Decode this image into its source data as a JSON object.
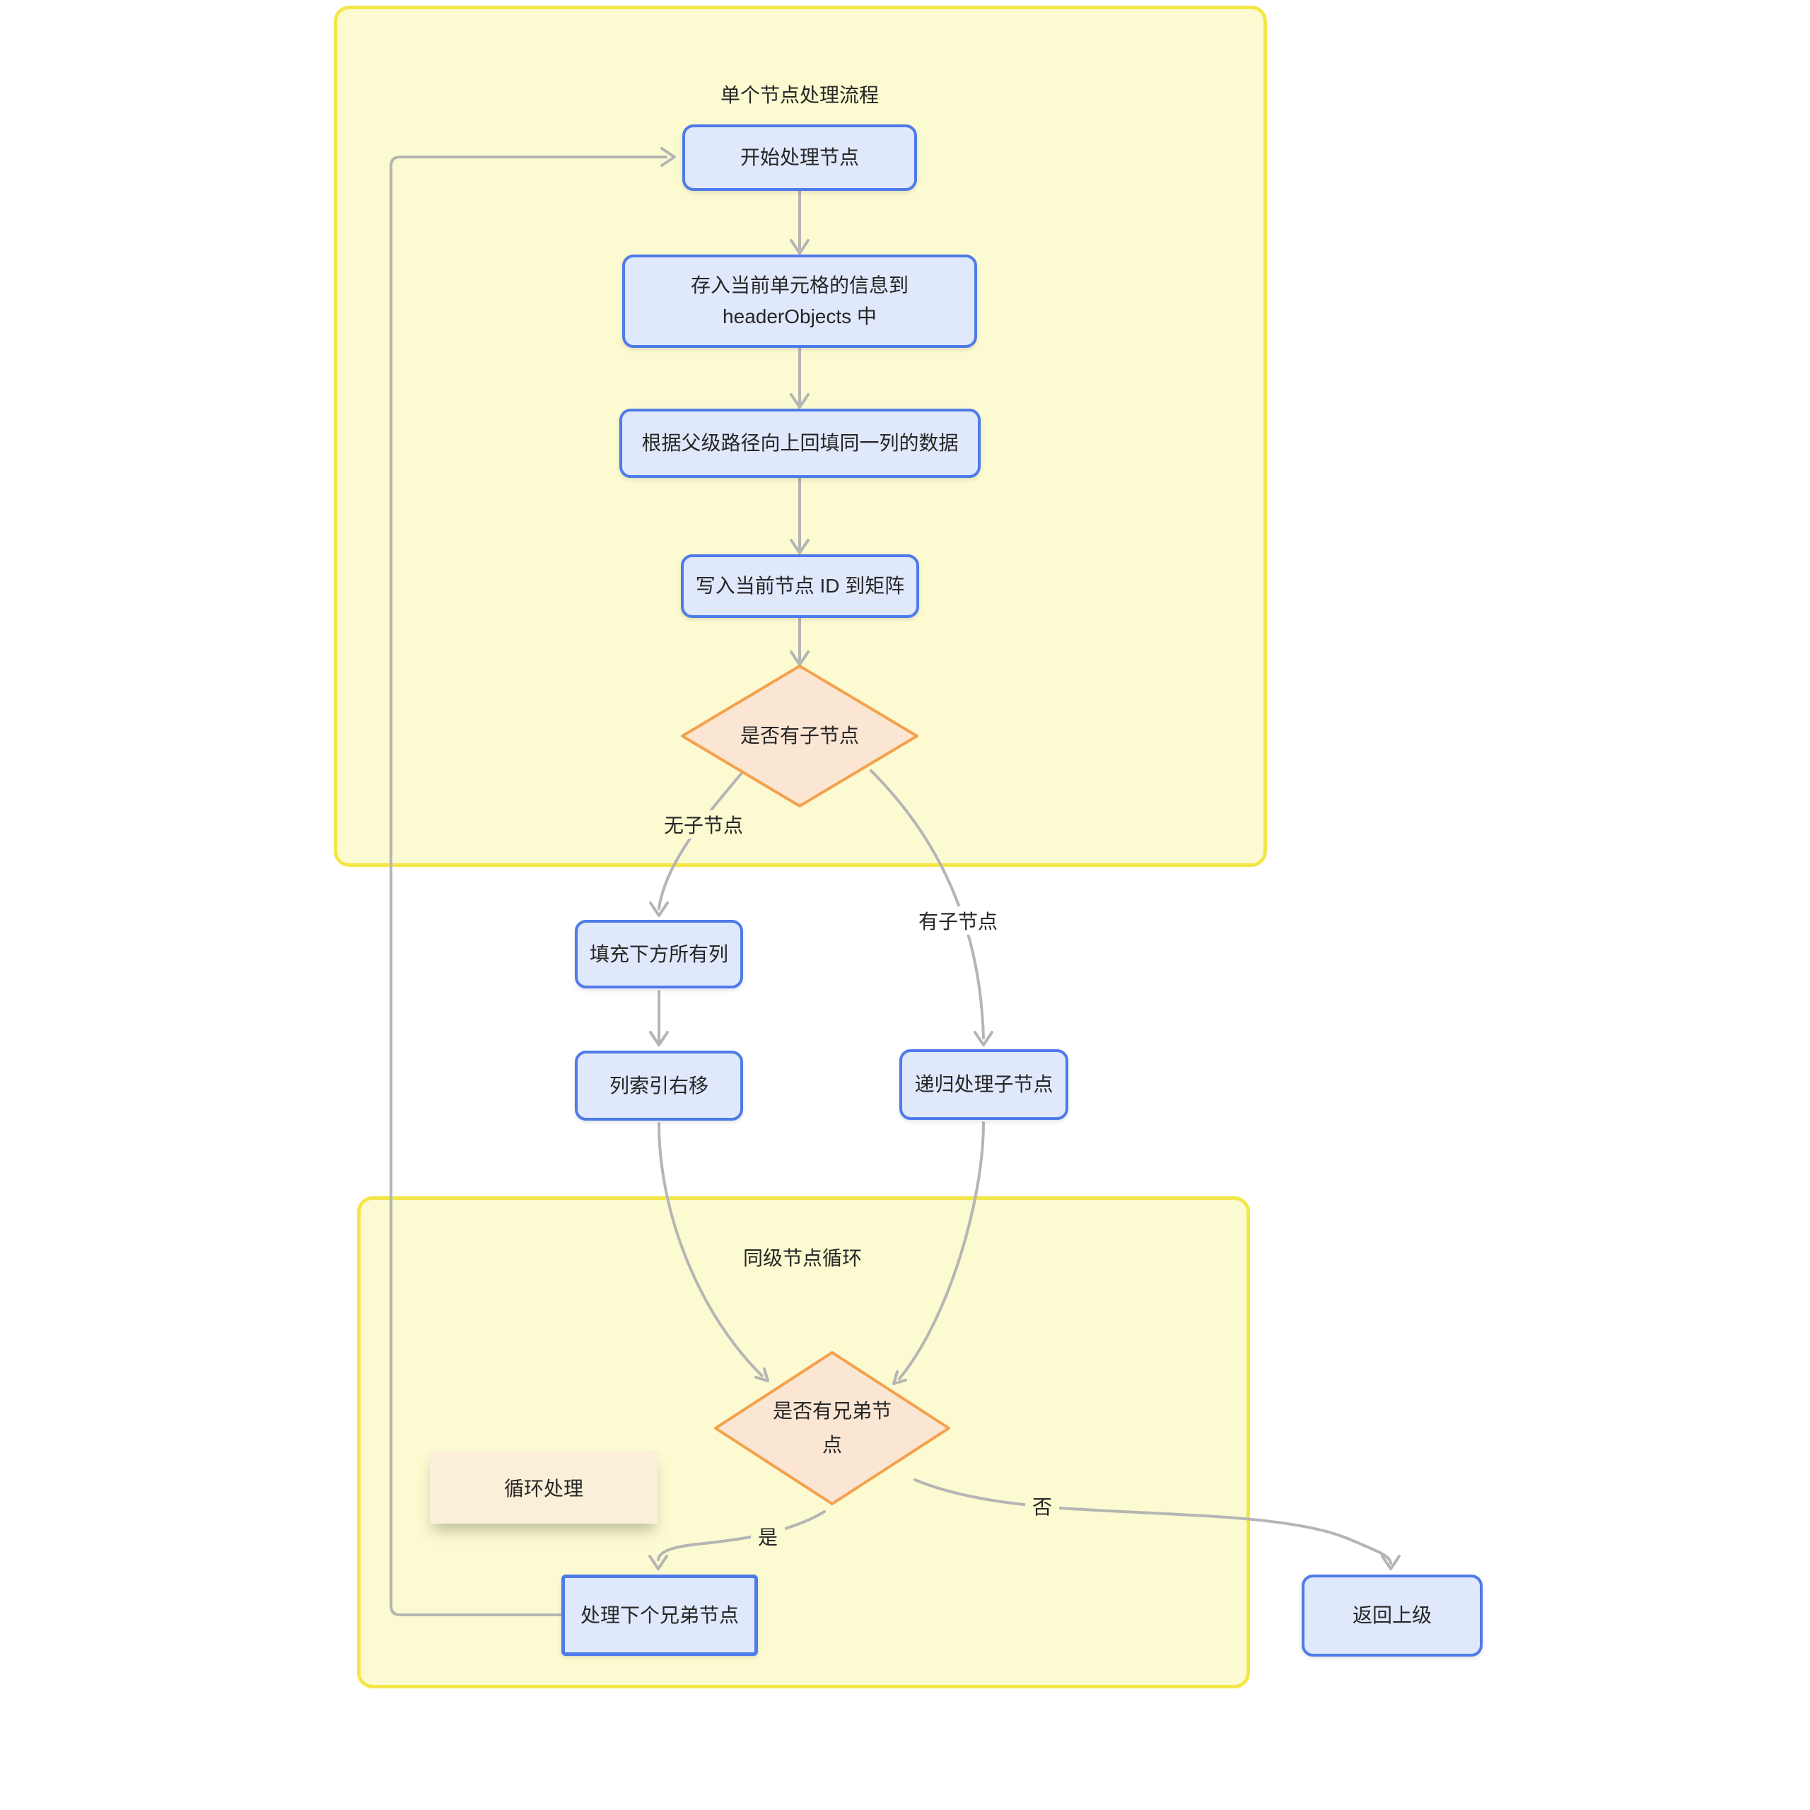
{
  "diagram": {
    "section_titles": {
      "single_node": "单个节点处理流程",
      "sibling_loop": "同级节点循环"
    },
    "nodes": {
      "start": "开始处理节点",
      "store": "存入当前单元格的信息到 headerObjects 中",
      "backfill": "根据父级路径向上回填同一列的数据",
      "write_id": "写入当前节点 ID 到矩阵",
      "has_children": "是否有子节点",
      "fill_columns": "填充下方所有列",
      "shift_column": "列索引右移",
      "recurse": "递归处理子节点",
      "has_sibling": "是否有兄弟节点",
      "next_sibling": "处理下个兄弟节点",
      "return_parent": "返回上级",
      "loop_note": "循环处理"
    },
    "edge_labels": {
      "no_children": "无子节点",
      "has_children": "有子节点",
      "yes": "是",
      "no": "否"
    },
    "colors": {
      "container_fill": "#fbfad0",
      "container_border": "#f3e647",
      "node_fill": "#e0e8fc",
      "node_border": "#4e7be9",
      "decision_fill": "#fae6d3",
      "decision_border": "#f5a14b",
      "note_fill": "#faf0d9",
      "edge_stroke": "#b5b5b5",
      "text": "#262626"
    }
  }
}
